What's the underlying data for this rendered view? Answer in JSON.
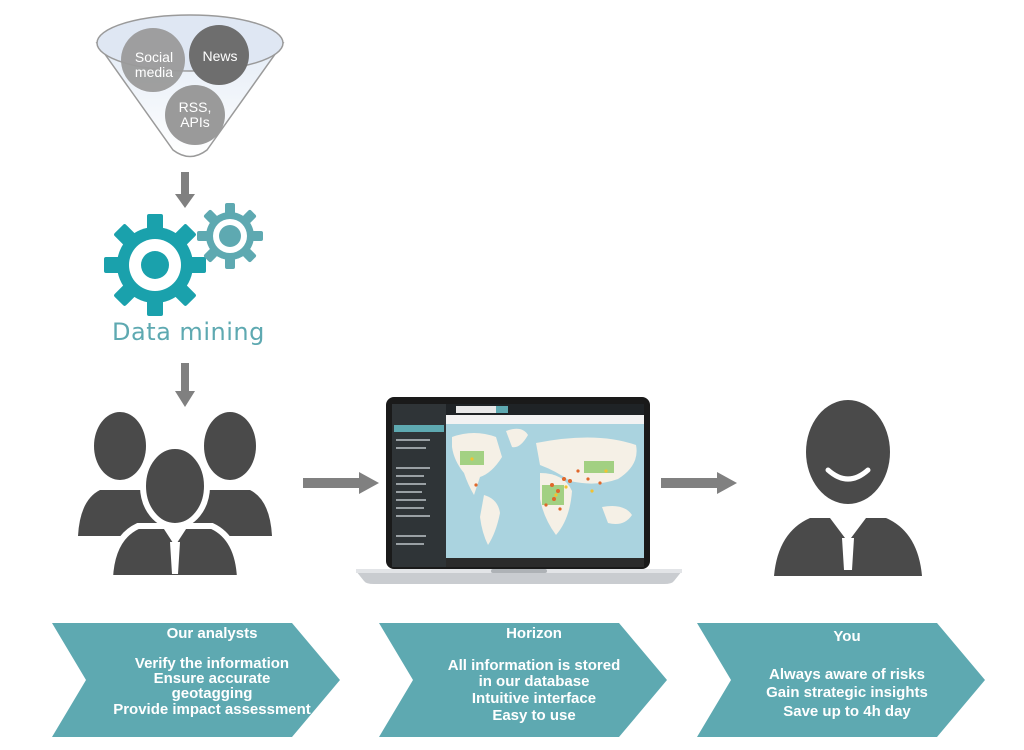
{
  "sources": {
    "social_media": "Social\nmedia",
    "news": "News",
    "rss": "RSS,\nAPIs"
  },
  "data_mining": {
    "label": "Data mining"
  },
  "stages": [
    {
      "title": "Our analysts",
      "lines": [
        "Verify the information",
        "Ensure accurate",
        "geotagging",
        "Provide impact assessment"
      ]
    },
    {
      "title": "Horizon",
      "lines": [
        "All information is stored",
        "in our database",
        "Intuitive interface",
        "Easy to use"
      ]
    },
    {
      "title": "You",
      "lines": [
        "Always aware of risks",
        "Gain strategic insights",
        "Save up to 4h day"
      ]
    }
  ],
  "colors": {
    "teal": "#5ea9b1",
    "gear": "#1aa1ac",
    "dark_gray": "#4a4a4a",
    "arrow_gray": "#808080",
    "bubble_dark": "#6e6e6e",
    "bubble_light": "#9a9a9a"
  }
}
